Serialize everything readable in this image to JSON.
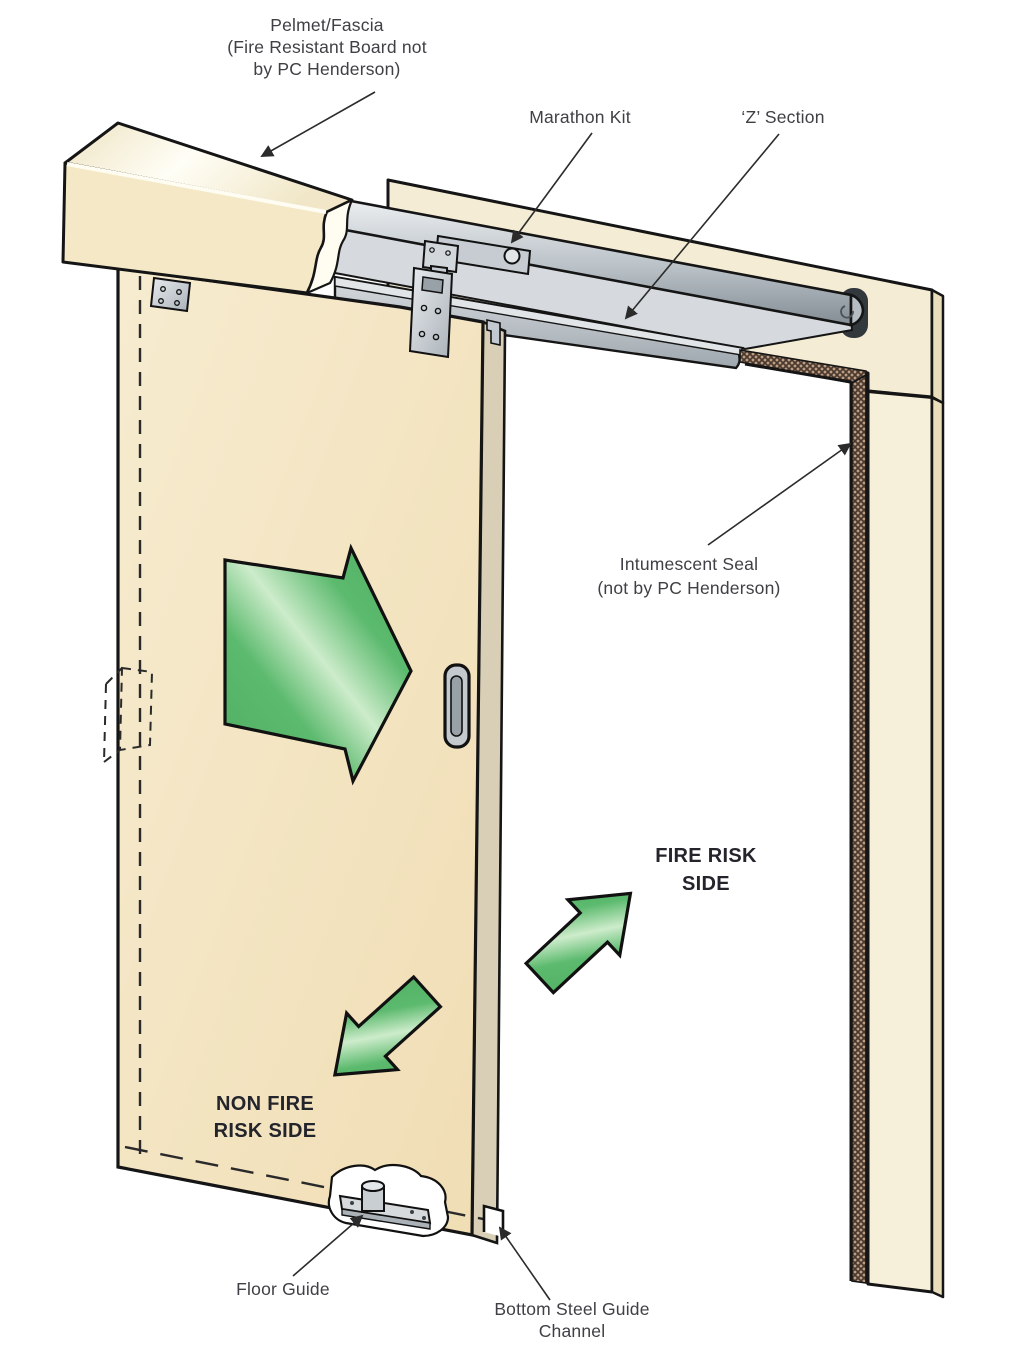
{
  "diagram": {
    "title_implicit": "Fire door sliding gear cutaway diagram",
    "labels": {
      "pelmet": [
        "Pelmet/Fascia",
        "(Fire Resistant Board not",
        "by PC Henderson)"
      ],
      "marathon_kit": "Marathon Kit",
      "z_section": "‘Z’ Section",
      "intumescent": [
        "Intumescent Seal",
        "(not by PC Henderson)"
      ],
      "fire_risk": [
        "FIRE RISK",
        "SIDE"
      ],
      "non_fire": [
        "NON FIRE",
        "RISK SIDE"
      ],
      "floor_guide": "Floor Guide",
      "bottom_channel": [
        "Bottom Steel Guide",
        "Channel"
      ]
    },
    "colors": {
      "background": "#ffffff",
      "door_face": "#f4e6c3",
      "door_edge": "#d9cfb6",
      "frame_face": "#f4ecd4",
      "frame_side": "#e9ddbc",
      "pelmet_face": "#f4e8c6",
      "track_metal": "#b9c1c7",
      "fascia_metal": "#b0b8bf",
      "seal_brown_dark": "#4a392f",
      "seal_brown_light": "#bfa084",
      "arrow_green": "#55b768",
      "arrow_green_highlight": "#cdeccb",
      "outline": "#151515",
      "label_text": "#3f3f45",
      "label_text_bold": "#24242c"
    }
  }
}
